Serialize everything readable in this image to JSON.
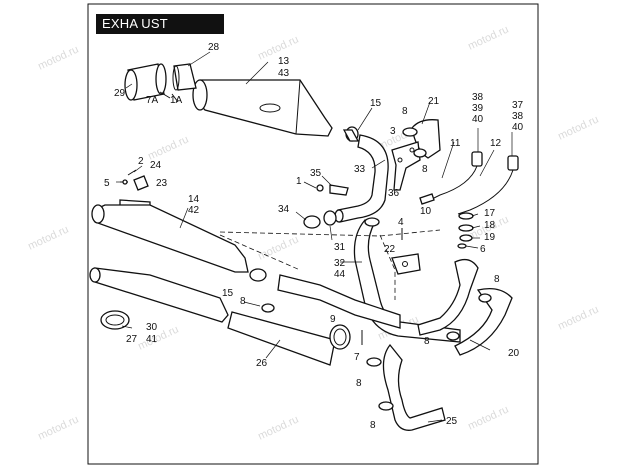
{
  "title": "EXHA UST SYSTEM",
  "watermark": "motod.ru",
  "callouts": [
    {
      "id": "c28",
      "text": "28"
    },
    {
      "id": "c29",
      "text": "29"
    },
    {
      "id": "c7a",
      "text": "7A"
    },
    {
      "id": "c1a",
      "text": "1A"
    },
    {
      "id": "c13",
      "text": "13"
    },
    {
      "id": "c43",
      "text": "43"
    },
    {
      "id": "c15a",
      "text": "15"
    },
    {
      "id": "c8a",
      "text": "8"
    },
    {
      "id": "c21",
      "text": "21"
    },
    {
      "id": "c38a",
      "text": "38"
    },
    {
      "id": "c39",
      "text": "39"
    },
    {
      "id": "c40a",
      "text": "40"
    },
    {
      "id": "c37",
      "text": "37"
    },
    {
      "id": "c38b",
      "text": "38"
    },
    {
      "id": "c40b",
      "text": "40"
    },
    {
      "id": "c2",
      "text": "2"
    },
    {
      "id": "c24",
      "text": "24"
    },
    {
      "id": "c5",
      "text": "5"
    },
    {
      "id": "c23",
      "text": "23"
    },
    {
      "id": "c3",
      "text": "3"
    },
    {
      "id": "c11",
      "text": "11"
    },
    {
      "id": "c12",
      "text": "12"
    },
    {
      "id": "c8b",
      "text": "8"
    },
    {
      "id": "c33",
      "text": "33"
    },
    {
      "id": "c35",
      "text": "35"
    },
    {
      "id": "c1",
      "text": "1"
    },
    {
      "id": "c36",
      "text": "36"
    },
    {
      "id": "c10",
      "text": "10"
    },
    {
      "id": "c14",
      "text": "14"
    },
    {
      "id": "c42",
      "text": "42"
    },
    {
      "id": "c34",
      "text": "34"
    },
    {
      "id": "c17",
      "text": "17"
    },
    {
      "id": "c4",
      "text": "4"
    },
    {
      "id": "c18",
      "text": "18"
    },
    {
      "id": "c19",
      "text": "19"
    },
    {
      "id": "c6",
      "text": "6"
    },
    {
      "id": "c31",
      "text": "31"
    },
    {
      "id": "c22",
      "text": "22"
    },
    {
      "id": "c32",
      "text": "32"
    },
    {
      "id": "c44",
      "text": "44"
    },
    {
      "id": "c8c",
      "text": "8"
    },
    {
      "id": "c15b",
      "text": "15"
    },
    {
      "id": "c8d",
      "text": "8"
    },
    {
      "id": "c30",
      "text": "30"
    },
    {
      "id": "c41",
      "text": "41"
    },
    {
      "id": "c27",
      "text": "27"
    },
    {
      "id": "c9",
      "text": "9"
    },
    {
      "id": "c7",
      "text": "7"
    },
    {
      "id": "c8e",
      "text": "8"
    },
    {
      "id": "c20",
      "text": "20"
    },
    {
      "id": "c26",
      "text": "26"
    },
    {
      "id": "c8f",
      "text": "8"
    },
    {
      "id": "c8g",
      "text": "8"
    },
    {
      "id": "c25",
      "text": "25"
    }
  ]
}
